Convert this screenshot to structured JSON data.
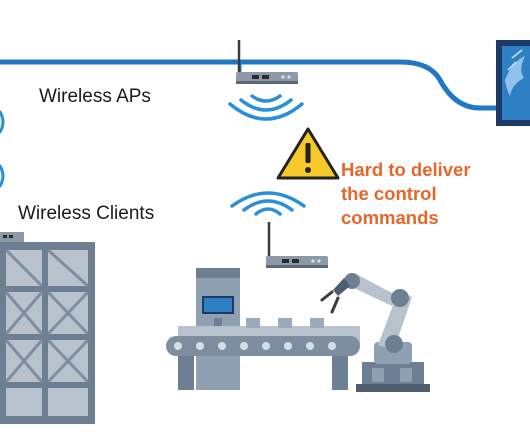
{
  "labels": {
    "aps": "Wireless APs",
    "clients": "Wireless Clients"
  },
  "warning": {
    "lines": [
      "Hard to deliver",
      "the control",
      "commands"
    ],
    "color": "#e8662a",
    "icon": "warning-triangle-icon"
  },
  "colors": {
    "network_cable": "#1f77c6",
    "wifi_waves": "#2a8fd8",
    "monitor_frame": "#1d3a66",
    "monitor_screen": "#2f7fc4",
    "machinery": "#6c7f93"
  },
  "icons": [
    "monitor-icon",
    "access-point-icon",
    "wifi-signal-icon",
    "warning-triangle-icon",
    "robot-arm-icon",
    "conveyor-machine-icon",
    "storage-rack-icon"
  ]
}
